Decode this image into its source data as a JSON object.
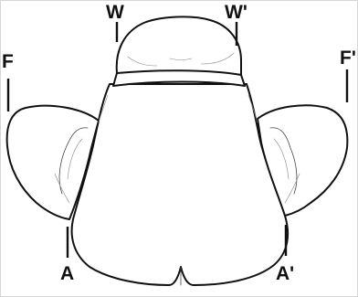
{
  "diagram": {
    "labels": {
      "w_left": "W",
      "w_right": "W'",
      "f_left": "F",
      "f_right": "F'",
      "a_left": "A",
      "a_right": "A'"
    },
    "colors": {
      "outline": "#111111",
      "detail": "#444444",
      "background": "#ffffff"
    }
  }
}
